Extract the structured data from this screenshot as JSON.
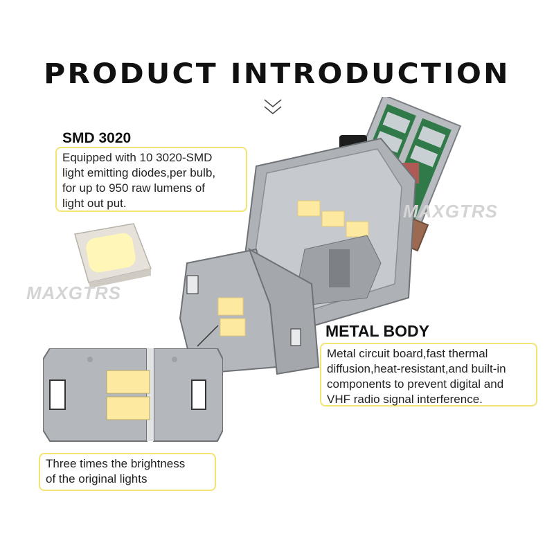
{
  "title": "PRODUCT INTRODUCTION",
  "watermark": "MAXGTRS",
  "smd": {
    "heading": "SMD 3020",
    "lines": [
      "Equipped with 10 3020-SMD",
      "light emitting diodes,per bulb,",
      "for up to 950 raw lumens of",
      "light out put."
    ]
  },
  "metal": {
    "heading": "METAL BODY",
    "lines": [
      "Metal circuit board,fast thermal",
      "diffusion,heat-resistant,and built-in",
      "components to prevent digital and",
      "VHF radio signal interference."
    ]
  },
  "brightness": {
    "lines": [
      "Three times the brightness",
      "of the original lights"
    ]
  },
  "colors": {
    "callout_border": "#f2e470",
    "metal": "#b9bcbf",
    "board_base": "#b05a56",
    "led": "#fde9a0",
    "watermark": "#d4d4d4"
  }
}
